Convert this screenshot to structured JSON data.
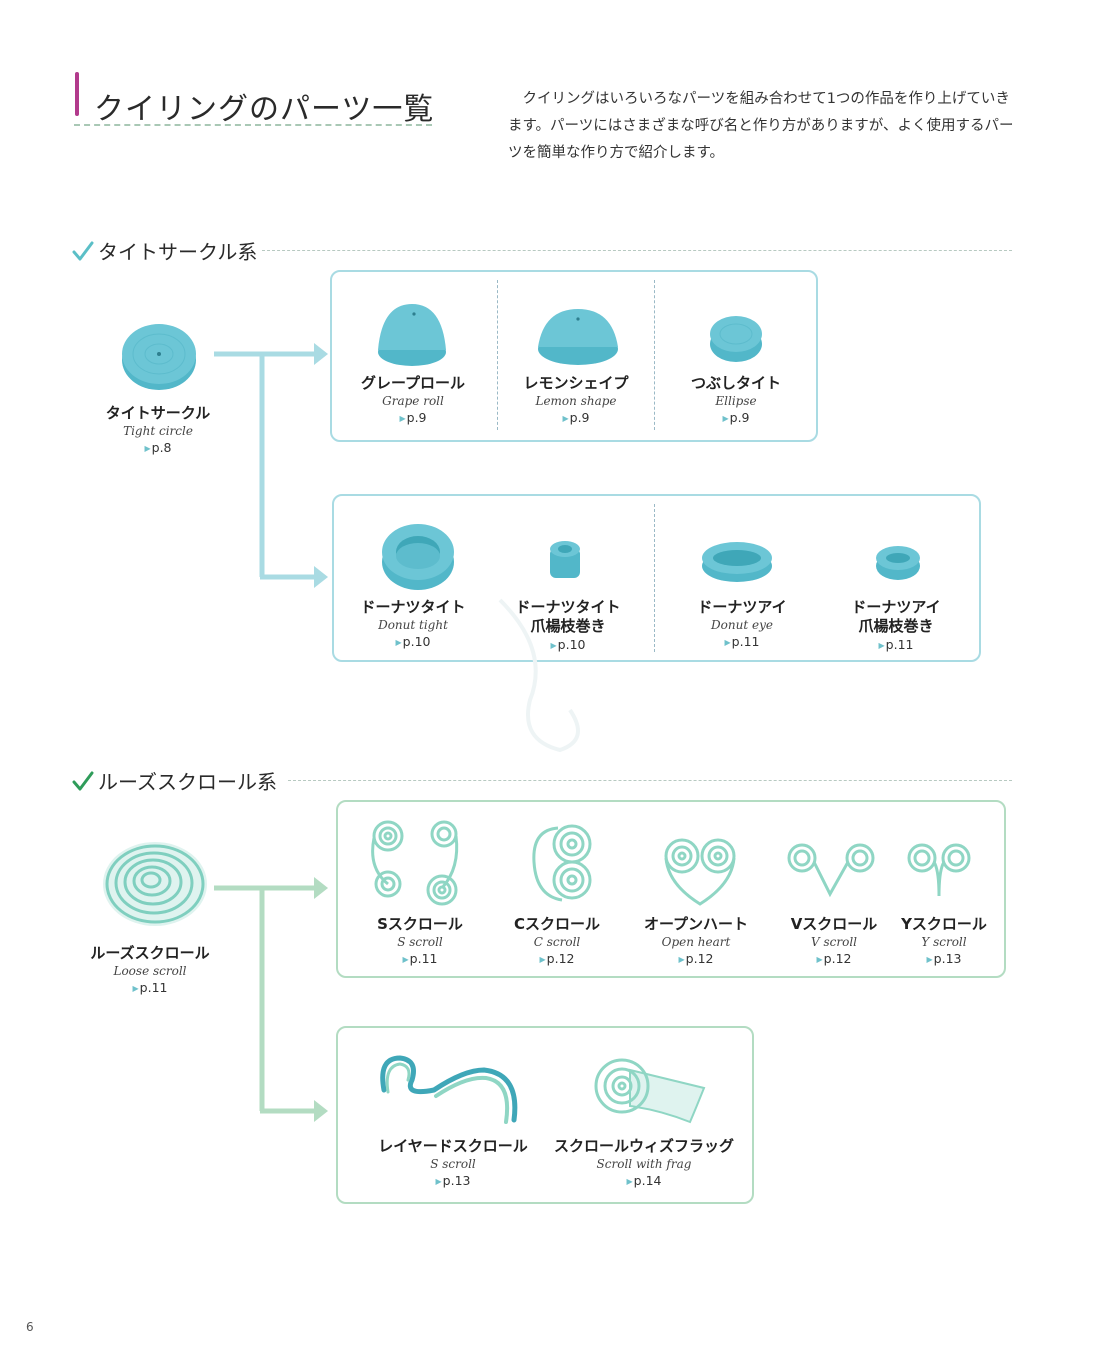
{
  "header": {
    "title": "クイリングのパーツ一覧",
    "intro": "クイリングはいろいろなパーツを組み合わせて1つの作品を作り上げていきます。パーツにはさまざまな呼び名と作り方がありますが、よく使用するパーツを簡単な作り方で紹介します。"
  },
  "colors": {
    "accent_title_bar": "#b23a8c",
    "check": "#5bbfc7",
    "check_green": "#2f9c5a",
    "blue_paper": "#6cc6d6",
    "green_paper": "#8fd6c4",
    "blue_border": "#a9dbe3",
    "green_border": "#b3dcc2"
  },
  "sections": {
    "tight": {
      "title": "タイトサークル系",
      "source": {
        "ja": "タイトサークル",
        "en": "Tight circle",
        "page": "p.8"
      },
      "group1": [
        {
          "ja": "グレープロール",
          "en": "Grape roll",
          "page": "p.9"
        },
        {
          "ja": "レモンシェイプ",
          "en": "Lemon shape",
          "page": "p.9"
        },
        {
          "ja": "つぶしタイト",
          "en": "Ellipse",
          "page": "p.9"
        }
      ],
      "group2": [
        {
          "ja": "ドーナツタイト",
          "en": "Donut tight",
          "page": "p.10"
        },
        {
          "ja": "ドーナツタイト",
          "ja2": "爪楊枝巻き",
          "page": "p.10"
        },
        {
          "ja": "ドーナツアイ",
          "en": "Donut eye",
          "page": "p.11"
        },
        {
          "ja": "ドーナツアイ",
          "ja2": "爪楊枝巻き",
          "page": "p.11"
        }
      ]
    },
    "loose": {
      "title": "ルーズスクロール系",
      "source": {
        "ja": "ルーズスクロール",
        "en": "Loose scroll",
        "page": "p.11"
      },
      "group1": [
        {
          "ja": "Sスクロール",
          "en": "S scroll",
          "page": "p.11"
        },
        {
          "ja": "Cスクロール",
          "en": "C scroll",
          "page": "p.12"
        },
        {
          "ja": "オープンハート",
          "en": "Open heart",
          "page": "p.12"
        },
        {
          "ja": "Vスクロール",
          "en": "V scroll",
          "page": "p.12"
        },
        {
          "ja": "Yスクロール",
          "en": "Y scroll",
          "page": "p.13"
        }
      ],
      "group2": [
        {
          "ja": "レイヤードスクロール",
          "en": "S scroll",
          "page": "p.13"
        },
        {
          "ja": "スクロールウィズフラッグ",
          "en": "Scroll with frag",
          "page": "p.14"
        }
      ]
    }
  },
  "footer": {
    "page_number": "6"
  }
}
